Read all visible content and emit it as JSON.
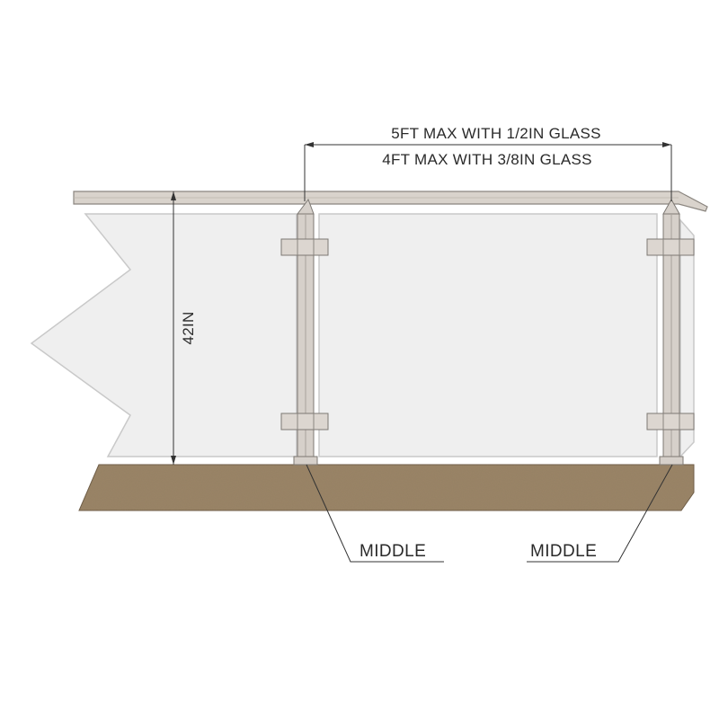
{
  "dimensions": {
    "span_line_1": "5FT MAX WITH 1/2IN GLASS",
    "span_line_2": "4FT MAX WITH 3/8IN GLASS",
    "height": "42IN"
  },
  "callouts": {
    "left_post": "MIDDLE",
    "right_post": "MIDDLE"
  },
  "colors": {
    "glass": "#efefef",
    "glass_edge": "#c9c9c9",
    "handrail": "#d9d3cc",
    "post": "#d6d0ca",
    "clamp": "#dcd6d0",
    "ground": "#9b8466",
    "line": "#333333"
  }
}
